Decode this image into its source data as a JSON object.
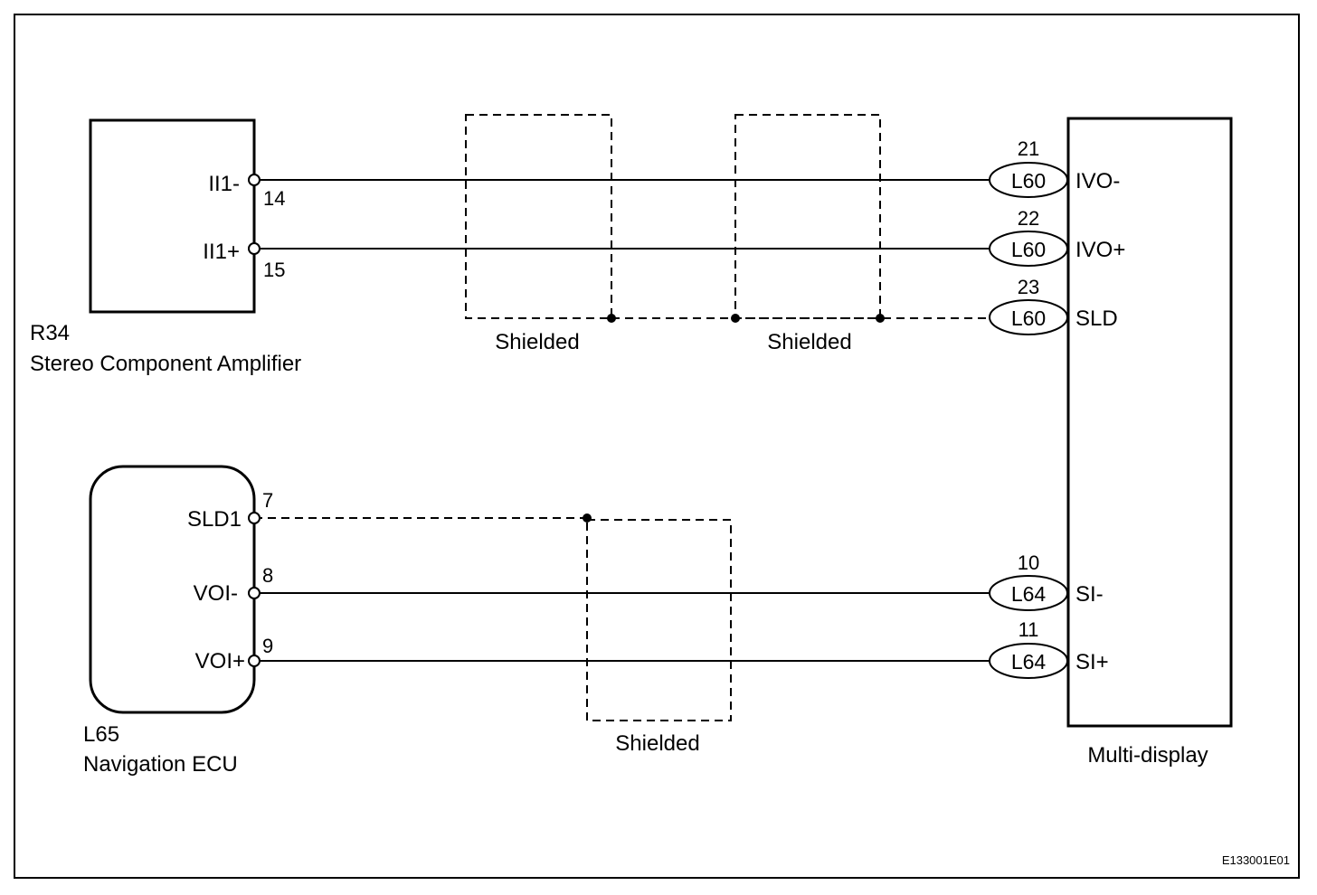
{
  "components": {
    "amp": {
      "id": "R34",
      "name": "Stereo Component Amplifier"
    },
    "nav": {
      "id": "L65",
      "name": "Navigation ECU"
    },
    "display": {
      "name": "Multi-display"
    }
  },
  "amp_pins": [
    {
      "label": "II1-",
      "number": "14"
    },
    {
      "label": "II1+",
      "number": "15"
    }
  ],
  "nav_pins": [
    {
      "label": "SLD1",
      "number": "7"
    },
    {
      "label": "VOI-",
      "number": "8"
    },
    {
      "label": "VOI+",
      "number": "9"
    }
  ],
  "display_pins": [
    {
      "connector": "L60",
      "number": "21",
      "label": "IVO-"
    },
    {
      "connector": "L60",
      "number": "22",
      "label": "IVO+"
    },
    {
      "connector": "L60",
      "number": "23",
      "label": "SLD"
    },
    {
      "connector": "L64",
      "number": "10",
      "label": "SI-"
    },
    {
      "connector": "L64",
      "number": "11",
      "label": "SI+"
    }
  ],
  "shields": [
    {
      "label": "Shielded"
    },
    {
      "label": "Shielded"
    },
    {
      "label": "Shielded"
    }
  ],
  "figure_ref": "E133001E01"
}
